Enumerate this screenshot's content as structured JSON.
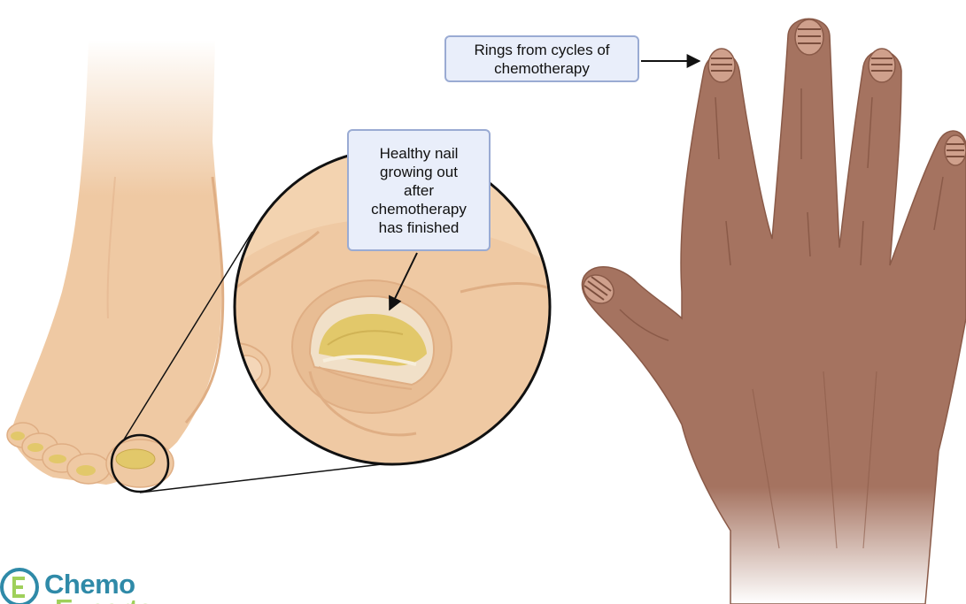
{
  "callouts": {
    "rings": "Rings from cycles of chemotherapy",
    "healthy_lines": [
      "Healthy nail",
      "growing out",
      "after",
      "chemotherapy",
      "has finished"
    ]
  },
  "logo": {
    "line1": "Chemo",
    "line2": "Experts"
  },
  "colors": {
    "skin_light": "#efc9a3",
    "skin_light_shadow": "#dfae84",
    "skin_dark": "#a57360",
    "skin_dark_shadow": "#8a5a48",
    "nail_yellow": "#e2c86a",
    "callout_fill": "#e9eefa",
    "callout_border": "#9aabd3",
    "logo_blue": "#2f8aa8",
    "logo_green": "#9fd05a"
  },
  "icons": {
    "foot": "foot-illustration",
    "hand": "hand-illustration",
    "magnifier": "zoom-circle",
    "logo": "chemo-experts-logo-icon"
  }
}
